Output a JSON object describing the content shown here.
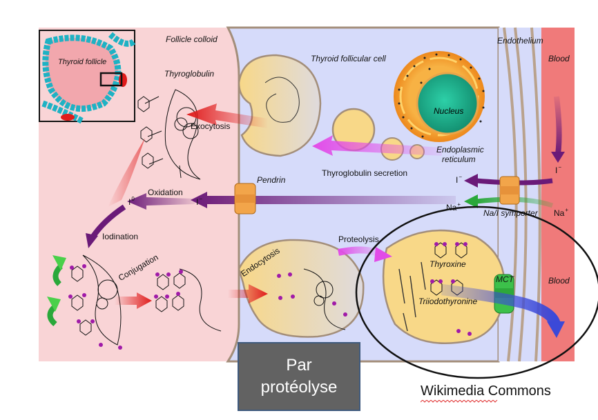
{
  "labels": {
    "follicle_colloid": "Follicle colloid",
    "thyroid_follicular_cell": "Thyroid follicular cell",
    "endothelium": "Endothelium",
    "blood_top": "Blood",
    "blood_bottom": "Blood",
    "thyroid_follicle": "Thyroid follicle",
    "thyroglobulin": "Thyroglobulin",
    "exocytosis": "Exocytosis",
    "nucleus": "Nucleus",
    "endoplasmic_reticulum_1": "Endoplasmic",
    "endoplasmic_reticulum_2": "reticulum",
    "thyroglobulin_secretion": "Thyroglobulin secretion",
    "pendrin": "Pendrin",
    "oxidation": "Oxidation",
    "iodine_atom": "I",
    "iodine_atom_sup": "0",
    "iodide_mid": "I",
    "iodide_mid_sup": "−",
    "iodide_cell": "I",
    "iodide_cell_sup": "−",
    "iodide_blood": "I",
    "iodide_blood_sup": "−",
    "sodium_cell": "Na",
    "sodium_cell_sup": "+",
    "sodium_blood": "Na",
    "sodium_blood_sup": "+",
    "nai_symporter": "Na/I symporter",
    "iodination": "Iodination",
    "conjugation": "Conjugation",
    "endocytosis": "Endocytosis",
    "proteolysis": "Proteolysis",
    "thyroxine": "Thyroxine",
    "triiodothyronine": "Triiodothyronine",
    "mct": "MCT"
  },
  "overlay": {
    "box_line1": "Par",
    "box_line2": "protéolyse",
    "credit": "Wikimedia Commons"
  },
  "colors": {
    "colloid": "#f9d4d6",
    "cell": "#d6dbfa",
    "blood": "#f07a7a",
    "vesicle": "#f8d888",
    "nucleus": "#1fae8c",
    "er_orange": "#f39b28",
    "arrow_red": "#e01b1b",
    "arrow_purple": "#6a1a78",
    "arrow_magenta": "#e24be8",
    "arrow_green": "#2aa83a",
    "pendrin": "#f2a54a",
    "mct": "#3cc04a",
    "arrow_blue": "#3b49d8"
  }
}
